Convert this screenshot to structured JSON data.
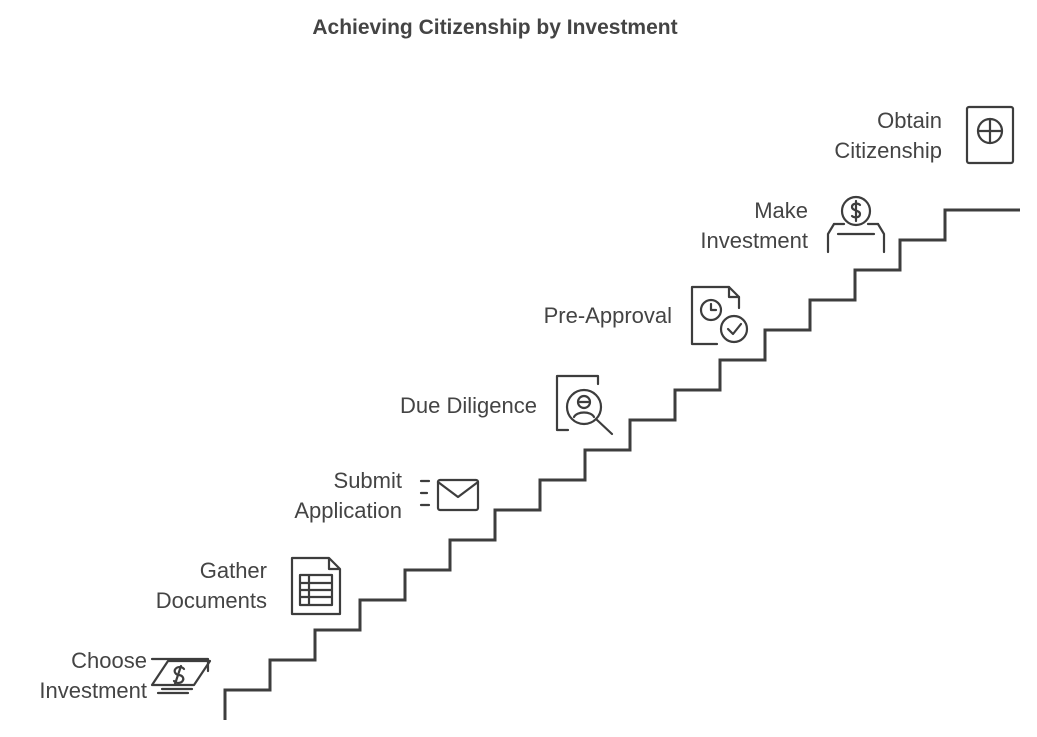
{
  "title": "Achieving Citizenship by Investment",
  "colors": {
    "stroke": "#3d3d3d",
    "text": "#444444",
    "background": "#ffffff"
  },
  "steps": [
    {
      "lines": [
        "Choose",
        "Investment"
      ],
      "icon": "money-card-icon"
    },
    {
      "lines": [
        "Gather",
        "Documents"
      ],
      "icon": "document-table-icon"
    },
    {
      "lines": [
        "Submit",
        "Application"
      ],
      "icon": "envelope-send-icon"
    },
    {
      "lines": [
        "Due Diligence"
      ],
      "icon": "person-search-icon"
    },
    {
      "lines": [
        "Pre-Approval"
      ],
      "icon": "document-clock-check-icon"
    },
    {
      "lines": [
        "Make",
        "Investment"
      ],
      "icon": "dollar-coin-deposit-icon"
    },
    {
      "lines": [
        "Obtain",
        "Citizenship"
      ],
      "icon": "passport-icon"
    }
  ]
}
